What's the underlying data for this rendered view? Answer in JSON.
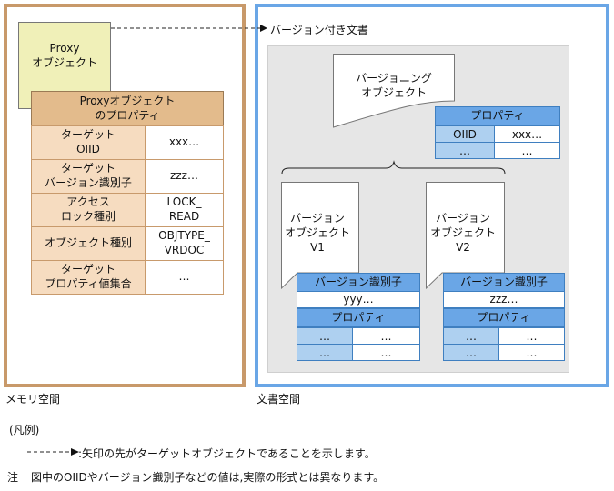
{
  "memory_space": {
    "label": "メモリ空間",
    "proxy_box": {
      "line1": "Proxy",
      "line2": "オブジェクト"
    },
    "properties_header": {
      "line1": "Proxyオブジェクト",
      "line2": "のプロパティ"
    },
    "rows": [
      {
        "k1": "ターゲット",
        "k2": "OIID",
        "v1": "xxx…",
        "v2": ""
      },
      {
        "k1": "ターゲット",
        "k2": "バージョン識別子",
        "v1": "zzz…",
        "v2": ""
      },
      {
        "k1": "アクセス",
        "k2": "ロック種別",
        "v1": "LOCK_",
        "v2": "READ"
      },
      {
        "k1": "オブジェクト種別",
        "k2": "",
        "v1": "OBJTYPE_",
        "v2": "VRDOC"
      },
      {
        "k1": "ターゲット",
        "k2": "プロパティ値集合",
        "v1": "…",
        "v2": ""
      }
    ]
  },
  "document_space": {
    "label": "文書空間",
    "target_label": "バージョン付き文書",
    "versioning_object": {
      "line1": "バージョニング",
      "line2": "オブジェクト",
      "prop_header": "プロパティ",
      "rows": [
        [
          "OIID",
          "xxx…"
        ],
        [
          "…",
          "…"
        ]
      ]
    },
    "version_objects": [
      {
        "line1": "バージョン",
        "line2": "オブジェクト",
        "line3": "V1",
        "id_header": "バージョン識別子",
        "id_value": "yyy…",
        "prop_header": "プロパティ",
        "rows": [
          [
            "…",
            "…"
          ],
          [
            "…",
            "…"
          ]
        ]
      },
      {
        "line1": "バージョン",
        "line2": "オブジェクト",
        "line3": "V2",
        "id_header": "バージョン識別子",
        "id_value": "zzz…",
        "prop_header": "プロパティ",
        "rows": [
          [
            "…",
            "…"
          ],
          [
            "…",
            "…"
          ]
        ]
      }
    ]
  },
  "legend": {
    "title": "(凡例)",
    "arrow_text": ":矢印の先がターゲットオブジェクトであることを示します。"
  },
  "note": {
    "prefix": "注",
    "text": "図中のOIIDやバージョン識別子などの値は,実際の形式とは異なります。"
  },
  "colors": {
    "memory_frame": "#c8996a",
    "document_frame": "#6aa6e6",
    "proxy_fill": "#f0f0b8",
    "proxy_prop_header": "#e3bb8c",
    "proxy_prop_key": "#f6dcc0",
    "doc_prop_header": "#6aa6e6",
    "doc_prop_cell": "#aed0f0"
  }
}
